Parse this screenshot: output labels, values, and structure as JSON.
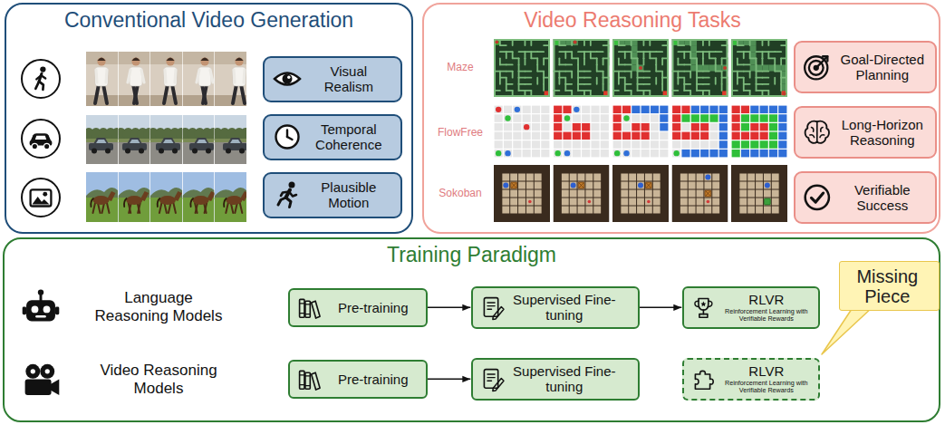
{
  "diagram": {
    "nodes": [
      {
        "text": [
          "Conventional Video Generation"
        ]
      },
      {
        "text": [
          "Visual Realism"
        ],
        "in": 0
      },
      {
        "text": [
          "Temporal Coherence"
        ],
        "in": 0
      },
      {
        "text": [
          "Plausible Motion"
        ],
        "in": 0
      },
      {
        "text": [
          "Video Reasoning Tasks"
        ]
      },
      {
        "text": [
          "Goal-Directed Planning"
        ],
        "in": 4
      },
      {
        "text": [
          "Long-Horizon Reasoning"
        ],
        "in": 4
      },
      {
        "text": [
          "Verifiable Success"
        ],
        "in": 4
      },
      {
        "text": [
          "Training Paradigm"
        ]
      },
      {
        "text": [
          "Pre-training"
        ],
        "in": 8
      },
      {
        "text": [
          "Supervised Fine-tuning"
        ],
        "in": 8
      },
      {
        "text": [
          "RLVR",
          "Reinforcement Learning with Verifiable Rewards"
        ],
        "in": 8
      },
      {
        "text": [
          "Pre-training"
        ],
        "in": 8
      },
      {
        "text": [
          "Supervised Fine-tuning"
        ],
        "in": 8
      },
      {
        "text": [
          "RLVR",
          "Reinforcement Learning with Verifiable Rewards"
        ],
        "in": 8
      },
      {
        "text": [
          "Missing Piece"
        ],
        "in": 8
      }
    ],
    "edges": [
      {
        "from": 9,
        "to": 10,
        "arrow": "to"
      },
      {
        "from": 10,
        "to": 11,
        "arrow": "to"
      },
      {
        "from": 12,
        "to": 13,
        "arrow": "to"
      }
    ],
    "labels": [
      "Maze",
      "FlowFree",
      "Sokoban",
      "Language Reasoning Models",
      "Video Reasoning Models"
    ]
  }
}
